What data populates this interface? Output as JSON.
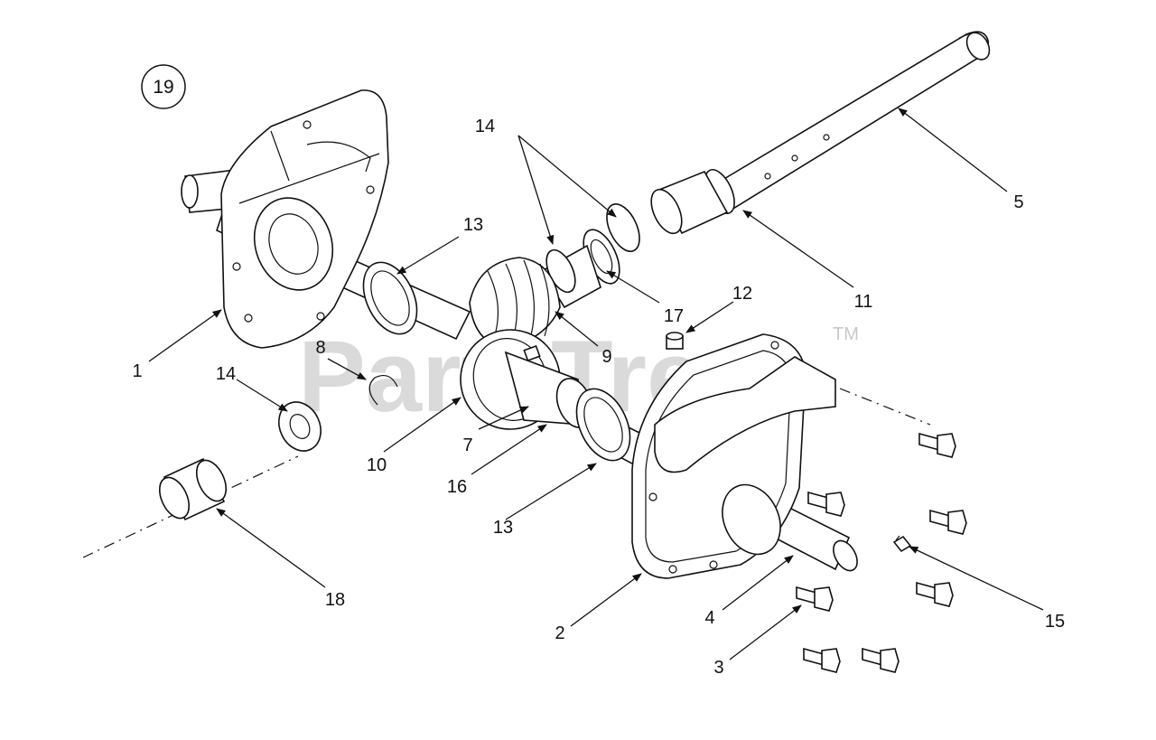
{
  "diagram": {
    "figure_number": "19",
    "watermark": "PartsTree",
    "watermark_tm": "TM",
    "callouts": [
      {
        "id": "c1",
        "label": "1"
      },
      {
        "id": "c2",
        "label": "2"
      },
      {
        "id": "c3",
        "label": "3"
      },
      {
        "id": "c4",
        "label": "4"
      },
      {
        "id": "c5",
        "label": "5"
      },
      {
        "id": "c7",
        "label": "7"
      },
      {
        "id": "c8",
        "label": "8"
      },
      {
        "id": "c9",
        "label": "9"
      },
      {
        "id": "c10",
        "label": "10"
      },
      {
        "id": "c11",
        "label": "11"
      },
      {
        "id": "c12",
        "label": "12"
      },
      {
        "id": "c13a",
        "label": "13"
      },
      {
        "id": "c13b",
        "label": "13"
      },
      {
        "id": "c14a",
        "label": "14"
      },
      {
        "id": "c14b",
        "label": "14"
      },
      {
        "id": "c15",
        "label": "15"
      },
      {
        "id": "c16",
        "label": "16"
      },
      {
        "id": "c17",
        "label": "17"
      },
      {
        "id": "c18",
        "label": "18"
      }
    ]
  }
}
